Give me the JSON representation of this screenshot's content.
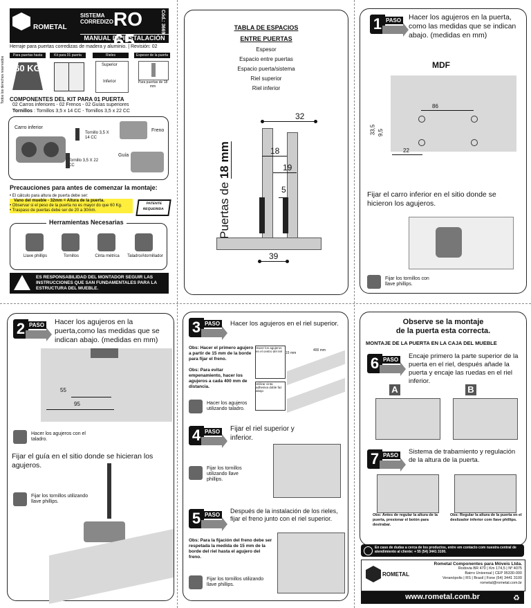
{
  "p1": {
    "side_label": "Todos los derechos reservados",
    "brand": "ROMETAL",
    "sistema": "SISTEMA CORREDIZO",
    "model": "RO 65",
    "cod": "Cód.: 3669",
    "manual": "MANUAL DE INSTALACIÓN",
    "subtitle": "Herraje para puertas corredizas de madera y aluminio.  |  Revisión: 02",
    "spec_headers": [
      "Para puertas hasta",
      "Kit para 01 puerta",
      "Rieles",
      "Espesor de la puerta"
    ],
    "weight": "60 KG",
    "rieles_sup": "Superior",
    "rieles_inf": "Inferior",
    "espesor_note": "Para puertas de 18 mm",
    "components_title": "COMPONENTES DEL KIT PARA 01 PUERTA",
    "components_line1": "02 Carros inferiores - 02 Frenos - 02 Guías superiores",
    "components_line2_bold": "Tornillos",
    "components_line2": " : Tornillos 3,5 x 14 CC - Tornillos 3,5 x 22 CC",
    "labels": {
      "carro": "Carro inferior",
      "tornillo1": "Tornillo 3,5 X 14 CC",
      "freno": "Freno",
      "tornillo2": "Tornillo 3,5 X 22 CC",
      "guia": "Guía"
    },
    "precauciones_title": "Precauciones para antes de comenzar la montaje:",
    "prec1": "• El cálculo para altura de puerta debe ser:",
    "prec1b": "Vano del mueble - 32mm = Altura de la puerta.",
    "prec2": "• Observar si el peso de la puerta no es mayor do que 60 Kg.",
    "prec3": "• Traspaso de puertas debe ser de 20 a 30mm.",
    "patente": "PATENTE REQUERIDA",
    "herramientas_title": "Herramientas Necesarias",
    "tools": [
      "Llave phillips",
      "Tornillos",
      "Cinta métrica",
      "Taladro/Atornillador"
    ],
    "warning": "ES RESPONSABILIDAD DEL MONTADOR SEGUIR LAS INSTRUCCIONES QUE SAN FUNDAMENTALES PARA LA ESTRUCTURA DEL MUEBLE."
  },
  "p2": {
    "title1": "TABLA DE ESPACIOS",
    "title2": "ENTRE PUERTAS",
    "items": [
      "Espesor",
      "Espacio entre puertas",
      "Espacio puerta/sistema",
      "Riel superior",
      "Riel inferior"
    ],
    "vertical_a": "Puertas de ",
    "vertical_b": "18 mm",
    "dims": {
      "d32": "32",
      "d18": "18",
      "d19": "19",
      "d5": "5",
      "d39": "39"
    }
  },
  "p3": {
    "paso_num": "1",
    "paso_tag": "PASO",
    "text": "Hacer los agujeros en la puerta, como las medidas que se indican abajo. (medidas en mm)",
    "mdf": "MDF",
    "dims": {
      "d86": "86",
      "d22": "22",
      "d335": "33,5",
      "d95": "9,5"
    },
    "text2": "Fijar el carro inferior en el sitio donde se hicieron los agujeros.",
    "note": "Fijar los tornillos con llave phillips."
  },
  "p4": {
    "paso_num": "2",
    "paso_tag": "PASO",
    "text": "Hacer los agujeros en la puerta,como las medidas que se indican abajo. (medidas en mm)",
    "dims": {
      "d55": "55",
      "d95": "95"
    },
    "note1": "Hacer los agujeros con el taladro.",
    "text2": "Fijar el guía en el sitio donde se hicieran los agujeros.",
    "note2": "Fijar los tornillos utilizando llave phillips."
  },
  "p5": {
    "paso3_num": "3",
    "paso3_text": "Hacer los agujeros en el riel superior.",
    "obs1": "Obs: Hacer el primero agujero a partir de 15 mm de la borde para fijar el freno.",
    "obs2": "Obs: Para evitar empenamiento, hacer los agujeros a cada 400 mm de distancia.",
    "box1": "Hacer los agujeros en el centro del riel",
    "box2": "Utilizar cinta adhesiva doble faz abajo",
    "dim15": "15 mm",
    "dim400": "400 mm",
    "note3": "Hacer los agujeros utilizando taladro.",
    "paso4_num": "4",
    "paso4_text": "Fijar el riel superior y inferior.",
    "note4": "Fijar los tornillos utilizando llave phillips.",
    "paso5_num": "5",
    "paso5_text": "Después de la instalación de los rieles, fijar el freno junto con el riel superior.",
    "obs5": "Obs: Para la fijación del freno debe ser respetada la medida de 15 mm de la borde del riel hasta el agujero del freno.",
    "note5": "Fijar los tornillos utilizando llave phillips.",
    "paso_tag": "PASO"
  },
  "p6": {
    "title1": "Observe se la montaje",
    "title2": "de la puerta esta correcta.",
    "subtitle": "MONTAJE DE LA PUERTA EN LA CAJA DEL MUEBLE",
    "paso6_num": "6",
    "paso6_text": "Encaje primero la parte superior de la puerta en el riel, después añade la puerta y encaje las ruedas en el riel inferior.",
    "label_a": "A",
    "label_b": "B",
    "paso7_num": "7",
    "paso7_text": "Sistema de trabamiento y regulación de la altura de la puerta.",
    "obs_a": "Obs: Antes de regular la altura de la puerta, presionar el botón para destrabar.",
    "obs_b": "Obs: Regular la altura de la puerta en el deslizador inferior com llave phillips.",
    "contact": "En caso de dudas a cerca de los productos, entre em contacto com nuestra central de atendimiento al cliente: + 55 (54) 3441 3100.",
    "company": "Rometal Componentes para Móveis Ltda.",
    "addr1": "Rodovia BR 470  |  Km 174,5  |  Nº 4075",
    "addr2": "Bairro Universal  |  CEP 95330-000",
    "addr3": "Veranópolis  |  RS  |  Brasil  |  Fone (54) 3441 3100",
    "email": "rometal@rometal.com.br",
    "brand": "ROMETAL",
    "url": "www.rometal.com.br",
    "paso_tag": "PASO"
  }
}
